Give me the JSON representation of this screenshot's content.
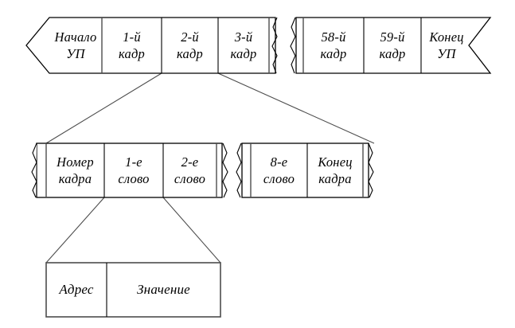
{
  "diagram": {
    "title": "Structure of a control program (УП) broken into frames, words and address/value fields",
    "stroke_color": "#000000",
    "fill_color": "#ffffff",
    "background": "#ffffff",
    "rows": [
      {
        "id": "program-row",
        "name": "control-program-row",
        "left_cap": "arrow-notch-left",
        "right_cap": "arrow-notch-right",
        "break_after_index": 3,
        "cells": [
          {
            "id": "program-start",
            "line1": "Начало",
            "line2": "УП"
          },
          {
            "id": "frame-1",
            "line1": "1-й",
            "line2": "кадр"
          },
          {
            "id": "frame-2",
            "line1": "2-й",
            "line2": "кадр"
          },
          {
            "id": "frame-3",
            "line1": "3-й",
            "line2": "кадр"
          },
          {
            "id": "frame-58",
            "line1": "58-й",
            "line2": "кадр"
          },
          {
            "id": "frame-59",
            "line1": "59-й",
            "line2": "кадр"
          },
          {
            "id": "program-end",
            "line1": "Конец",
            "line2": "УП"
          }
        ]
      },
      {
        "id": "frame-row",
        "name": "frame-detail-row",
        "left_cap": "torn-edge-left",
        "right_cap": "torn-edge-right",
        "break_after_index": 2,
        "cells": [
          {
            "id": "frame-number",
            "line1": "Номер",
            "line2": "кадра"
          },
          {
            "id": "word-1",
            "line1": "1-е",
            "line2": "слово"
          },
          {
            "id": "word-2",
            "line1": "2-е",
            "line2": "слово"
          },
          {
            "id": "word-8",
            "line1": "8-е",
            "line2": "слово"
          },
          {
            "id": "frame-end",
            "line1": "Конец",
            "line2": "кадра"
          }
        ]
      },
      {
        "id": "word-row",
        "name": "word-detail-row",
        "left_cap": "flat",
        "right_cap": "flat",
        "cells": [
          {
            "id": "address",
            "line1": "Адрес",
            "line2": ""
          },
          {
            "id": "value",
            "line1": "Значение",
            "line2": ""
          }
        ]
      }
    ],
    "connectors": [
      {
        "id": "frame2-left-fanout",
        "from": "frame-2-left",
        "to": "frame-row-left"
      },
      {
        "id": "frame2-right-fanout",
        "from": "frame-2-right",
        "to": "frame-row-right"
      },
      {
        "id": "word1-left-fanout",
        "from": "word-1-left",
        "to": "word-row-left"
      },
      {
        "id": "word1-right-fanout",
        "from": "word-1-right",
        "to": "word-row-right"
      }
    ]
  }
}
